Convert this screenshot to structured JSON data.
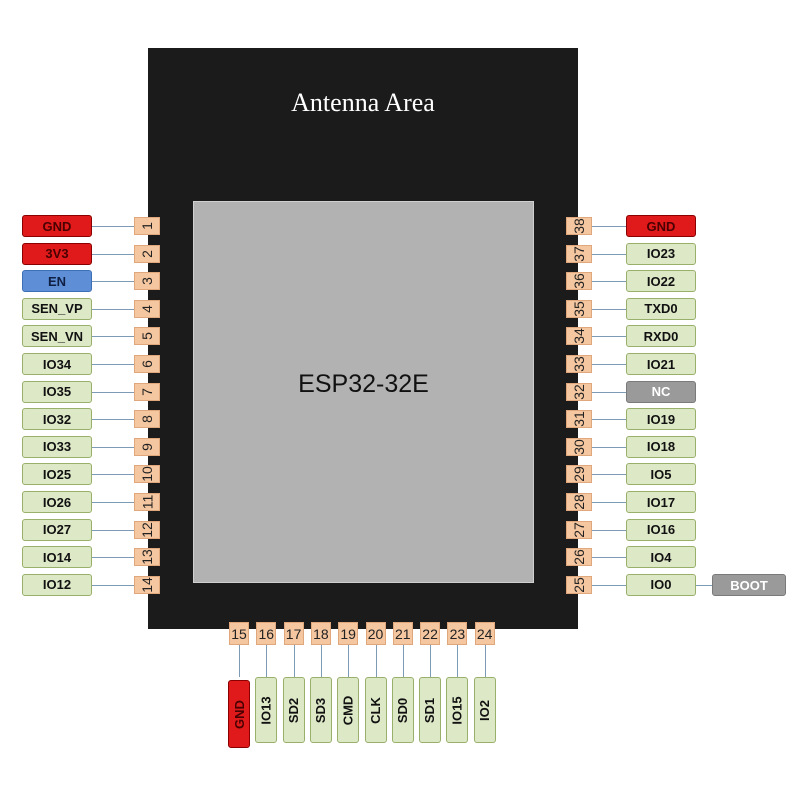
{
  "module": {
    "antenna_label": "Antenna Area",
    "chip_label": "ESP32-32E"
  },
  "colors": {
    "module_body": "#1b1b1b",
    "shield": "#b2b2b2",
    "pad": "#f5c7a0",
    "signal_tag": "#dde8c7",
    "power_tag": "#e01a1a",
    "enable_tag": "#5e8fd6",
    "unconnected_tag": "#9a9a9a",
    "wire": "#7d9bb5"
  },
  "left_pins": [
    {
      "number": "1",
      "label": "GND",
      "color": "red"
    },
    {
      "number": "2",
      "label": "3V3",
      "color": "red"
    },
    {
      "number": "3",
      "label": "EN",
      "color": "blue"
    },
    {
      "number": "4",
      "label": "SEN_VP",
      "color": "green"
    },
    {
      "number": "5",
      "label": "SEN_VN",
      "color": "green"
    },
    {
      "number": "6",
      "label": "IO34",
      "color": "green"
    },
    {
      "number": "7",
      "label": "IO35",
      "color": "green"
    },
    {
      "number": "8",
      "label": "IO32",
      "color": "green"
    },
    {
      "number": "9",
      "label": "IO33",
      "color": "green"
    },
    {
      "number": "10",
      "label": "IO25",
      "color": "green"
    },
    {
      "number": "11",
      "label": "IO26",
      "color": "green"
    },
    {
      "number": "12",
      "label": "IO27",
      "color": "green"
    },
    {
      "number": "13",
      "label": "IO14",
      "color": "green"
    },
    {
      "number": "14",
      "label": "IO12",
      "color": "green"
    }
  ],
  "right_pins": [
    {
      "number": "38",
      "label": "GND",
      "color": "red"
    },
    {
      "number": "37",
      "label": "IO23",
      "color": "green"
    },
    {
      "number": "36",
      "label": "IO22",
      "color": "green"
    },
    {
      "number": "35",
      "label": "TXD0",
      "color": "green"
    },
    {
      "number": "34",
      "label": "RXD0",
      "color": "green"
    },
    {
      "number": "33",
      "label": "IO21",
      "color": "green"
    },
    {
      "number": "32",
      "label": "NC",
      "color": "gray"
    },
    {
      "number": "31",
      "label": "IO19",
      "color": "green"
    },
    {
      "number": "30",
      "label": "IO18",
      "color": "green"
    },
    {
      "number": "29",
      "label": "IO5",
      "color": "green"
    },
    {
      "number": "28",
      "label": "IO17",
      "color": "green"
    },
    {
      "number": "27",
      "label": "IO16",
      "color": "green"
    },
    {
      "number": "26",
      "label": "IO4",
      "color": "green"
    },
    {
      "number": "25",
      "label": "IO0",
      "color": "green"
    }
  ],
  "bottom_pins": [
    {
      "number": "15",
      "label": "GND",
      "color": "red"
    },
    {
      "number": "16",
      "label": "IO13",
      "color": "green"
    },
    {
      "number": "17",
      "label": "SD2",
      "color": "green"
    },
    {
      "number": "18",
      "label": "SD3",
      "color": "green"
    },
    {
      "number": "19",
      "label": "CMD",
      "color": "green"
    },
    {
      "number": "20",
      "label": "CLK",
      "color": "green"
    },
    {
      "number": "21",
      "label": "SD0",
      "color": "green"
    },
    {
      "number": "22",
      "label": "SD1",
      "color": "green"
    },
    {
      "number": "23",
      "label": "IO15",
      "color": "green"
    },
    {
      "number": "24",
      "label": "IO2",
      "color": "green"
    }
  ],
  "extra_tags": {
    "boot": {
      "label": "BOOT",
      "color": "gray"
    }
  }
}
